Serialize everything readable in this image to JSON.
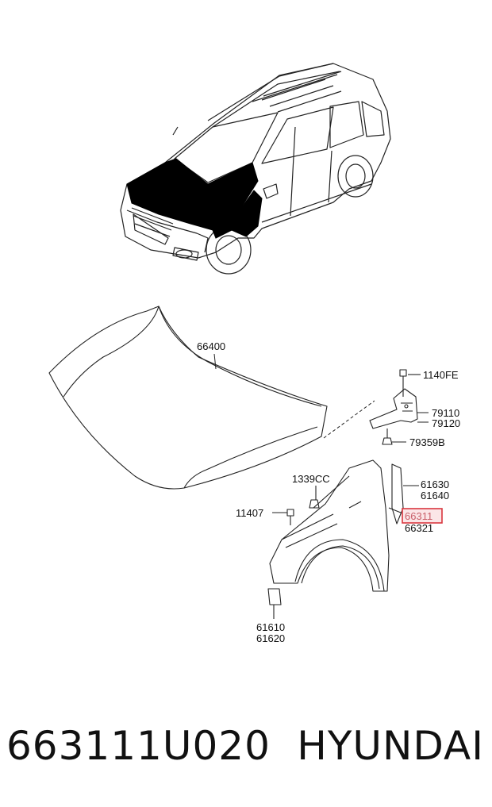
{
  "callouts": {
    "hood": "66400",
    "bolt_top": "1140FE",
    "hinge_a": "79110",
    "hinge_b": "79120",
    "nut": "79359B",
    "clip": "1339CC",
    "seal_a": "61630",
    "seal_b": "61640",
    "fender_a": "66311",
    "fender_b": "66321",
    "screw": "11407",
    "bracket_a": "61610",
    "bracket_b": "61620"
  },
  "highlight_color": "#d9363e",
  "footer": {
    "part_number": "663111U020",
    "brand": "HYUNDAI"
  }
}
